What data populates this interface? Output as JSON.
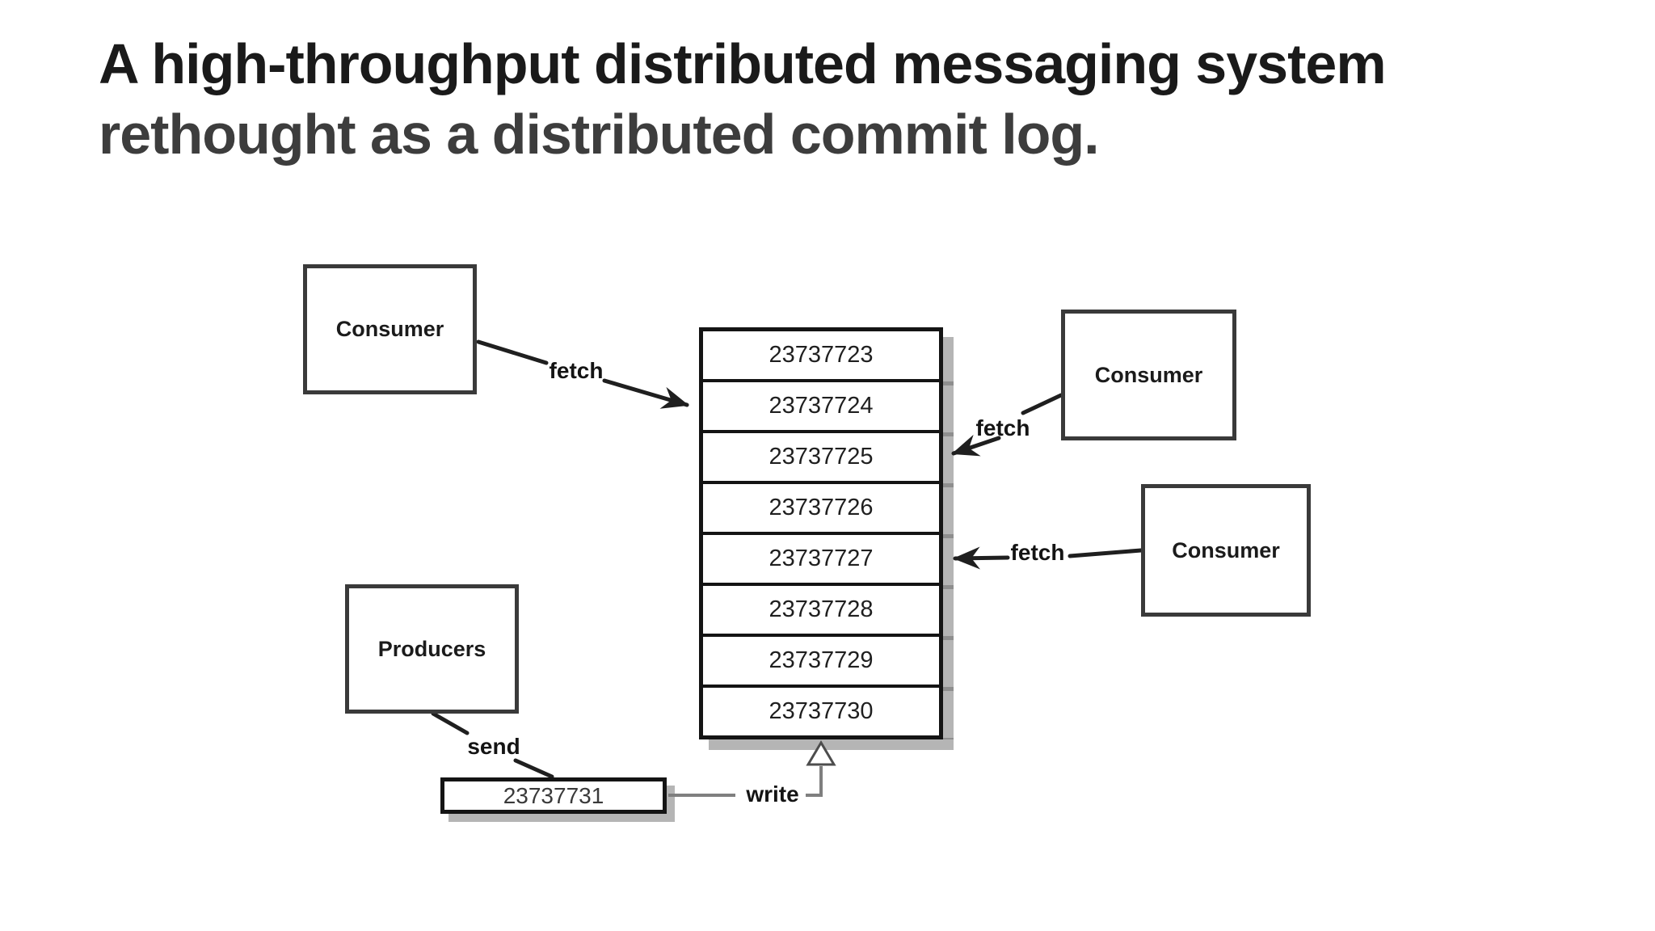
{
  "title": {
    "line1": "A high-throughput distributed messaging system",
    "line2": "rethought as a distributed commit log."
  },
  "nodes": {
    "consumer_top": {
      "label": "Consumer"
    },
    "consumer_mid": {
      "label": "Consumer"
    },
    "consumer_right": {
      "label": "Consumer"
    },
    "producers": {
      "label": "Producers"
    }
  },
  "log": {
    "rows": [
      "23737723",
      "23737724",
      "23737725",
      "23737726",
      "23737727",
      "23737728",
      "23737729",
      "23737730"
    ]
  },
  "incoming": {
    "value": "23737731"
  },
  "edges": {
    "fetch_top": "fetch",
    "fetch_mid": "fetch",
    "fetch_right": "fetch",
    "send": "send",
    "write": "write"
  },
  "colors": {
    "title_primary": "#1a1a1a",
    "title_secondary": "#3d3d3d",
    "box_border": "#3a3a3a",
    "log_border": "#141414",
    "shadow": "#b5b5b5",
    "write_line": "#7f7f7f",
    "arrow": "#1f1f1f"
  }
}
